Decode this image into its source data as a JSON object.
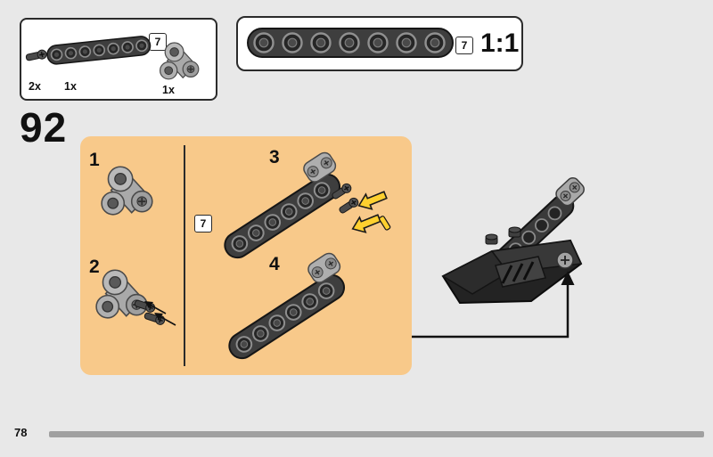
{
  "page": {
    "step_number": "92",
    "page_number": "78"
  },
  "parts_box": {
    "length_label": "7",
    "items": [
      {
        "name": "small-pin-connector",
        "count": "2x"
      },
      {
        "name": "technic-beam-7-hole",
        "count": "1x"
      },
      {
        "name": "perpendicular-pin-connector",
        "count": "1x"
      }
    ]
  },
  "scale_box": {
    "length_label": "7",
    "scale_text": "1:1"
  },
  "panel": {
    "length_label": "7",
    "substeps": [
      {
        "number": "1"
      },
      {
        "number": "2"
      },
      {
        "number": "3"
      },
      {
        "number": "4"
      }
    ]
  },
  "colors": {
    "page-bg": "#e8e8e8",
    "panel-orange": "#f8c98a",
    "box-border": "#2b2b2b",
    "arrow-yellow": "#ffd02f",
    "footer-bar": "#a0a0a0",
    "ink": "#111111"
  }
}
